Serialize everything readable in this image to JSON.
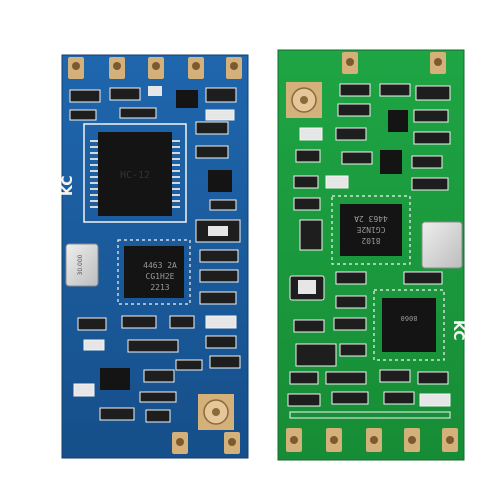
{
  "image": {
    "subject": "two wireless transceiver PCB modules",
    "background": "#ffffff"
  },
  "colors": {
    "blue_board": "#1a5a9a",
    "green_board": "#1a9a3a",
    "silkscreen": "#f2f4f2",
    "copper_gold": "#d4b07a",
    "chip_black": "#141414",
    "chip_text": "#9a9a9a",
    "component_dark": "#1e1e1e",
    "crystal_silver": "#d8d8d8"
  },
  "blue_module": {
    "main_ic_marking": "HC-12",
    "rf_ic_marking": [
      "4463 2A",
      "CG1H2E",
      "2213"
    ],
    "crystal_marking": "30.000",
    "cert_mark": "KC"
  },
  "green_module": {
    "ic1_marking": [
      "8102",
      "CG1N2E",
      "4463 2A"
    ],
    "ic2_marking": "8060",
    "cert_mark": "KC"
  }
}
